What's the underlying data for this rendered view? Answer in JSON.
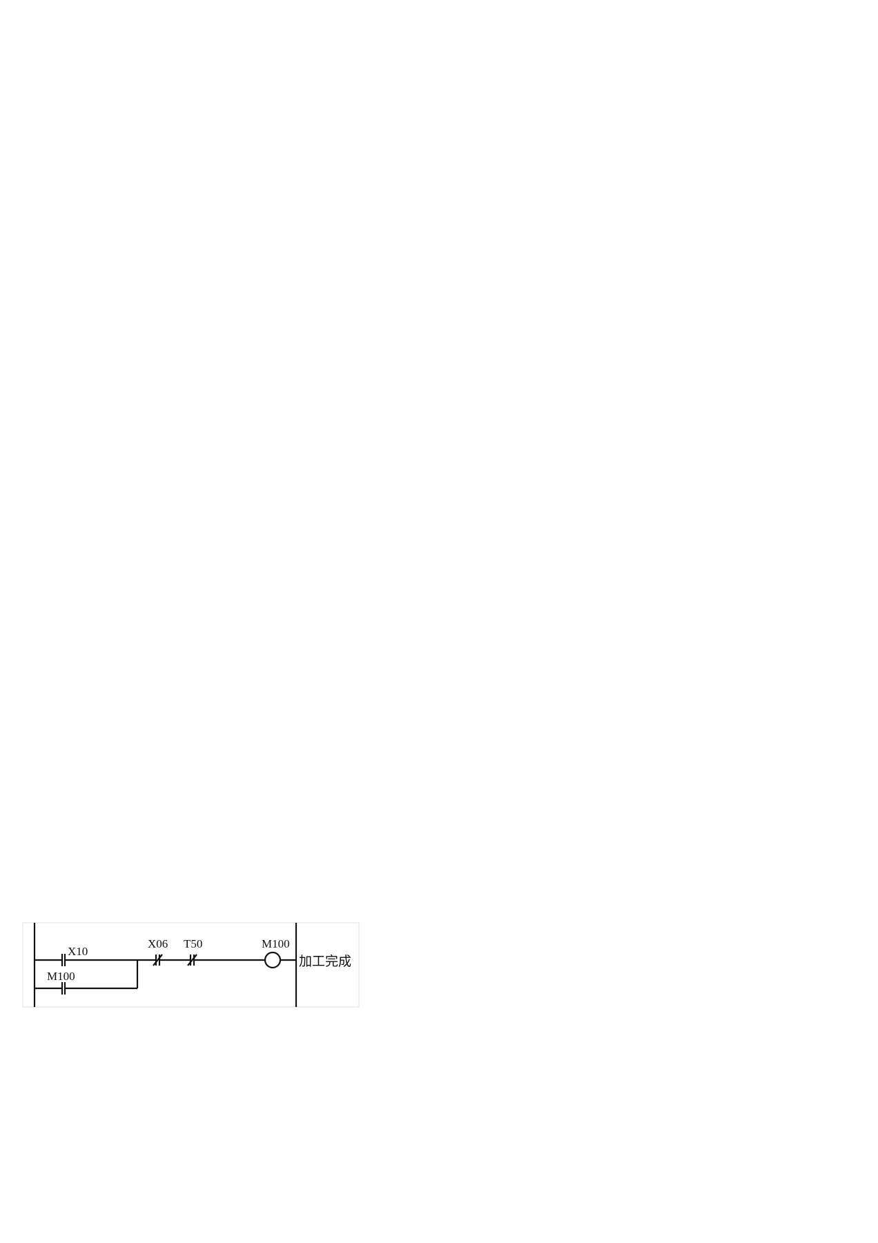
{
  "diagram": {
    "type": "ladder",
    "contacts": [
      {
        "label": "X10",
        "kind": "normally-open"
      },
      {
        "label": "M100",
        "kind": "normally-open"
      },
      {
        "label": "X06",
        "kind": "normally-closed"
      },
      {
        "label": "T50",
        "kind": "normally-closed"
      }
    ],
    "coil": {
      "label": "M100",
      "comment": "加工完成"
    }
  }
}
